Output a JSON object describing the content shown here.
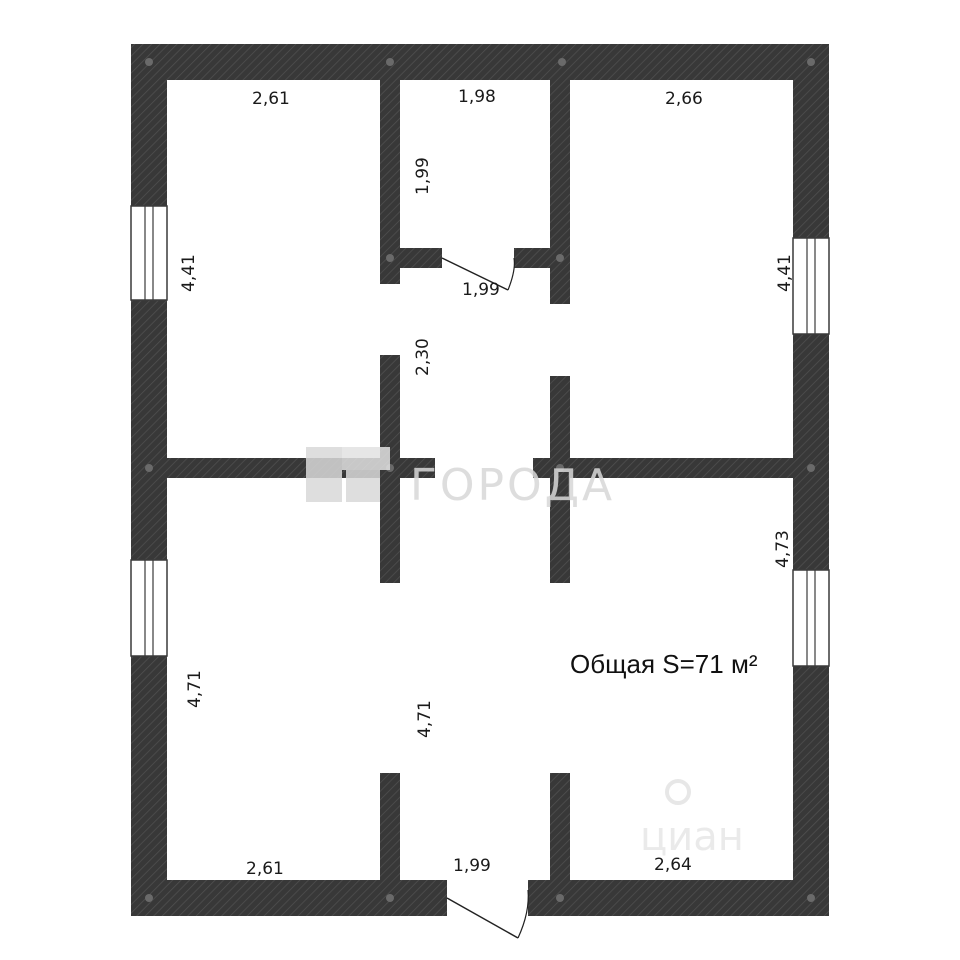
{
  "plan": {
    "total_area": "Общая S=71 м²",
    "dimensions": {
      "room_top_left_width": "2,61",
      "bath_width": "1,98",
      "room_top_right_width": "2,66",
      "bath_height": "1,99",
      "bath_door_width": "1,99",
      "room_top_left_height": "4,41",
      "room_top_right_height": "4,41",
      "corridor_height": "2,30",
      "room_bottom_right_height": "4,73",
      "room_bottom_left_height": "4,71",
      "hall_height": "4,71",
      "room_bottom_left_width": "2,61",
      "entrance_width": "1,99",
      "room_bottom_right_width": "2,64"
    },
    "watermarks": {
      "brand": "ГОРОДА",
      "cian": "циан"
    },
    "colors": {
      "wall": "#3a3a3a",
      "wall_hatch": "#4f4f4f",
      "background": "#ffffff"
    }
  }
}
